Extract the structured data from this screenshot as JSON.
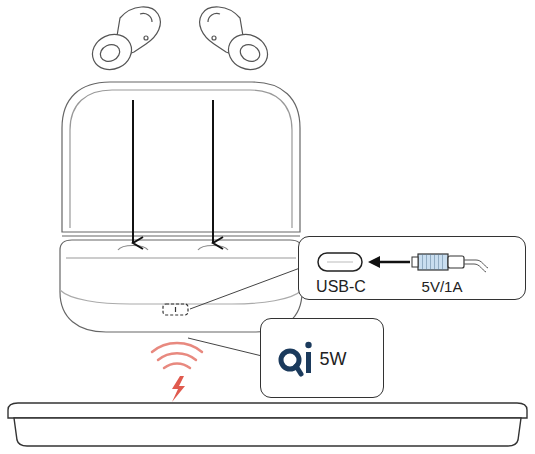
{
  "diagram": {
    "nodes": [
      {
        "text": [
          "USB-C",
          "5V/1A"
        ]
      },
      {
        "text": [
          "5W"
        ]
      }
    ]
  }
}
